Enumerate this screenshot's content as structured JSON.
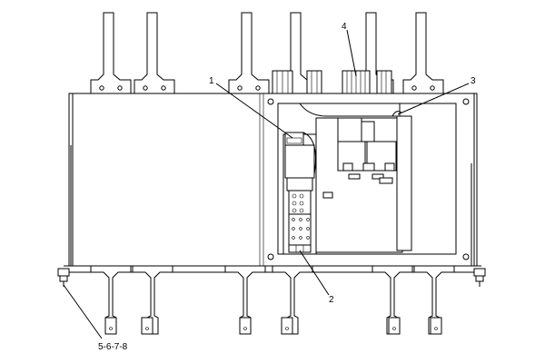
{
  "callouts": {
    "c1": "1",
    "c2": "2",
    "c3": "3",
    "c4": "4",
    "c5": "5-6-7-8"
  }
}
